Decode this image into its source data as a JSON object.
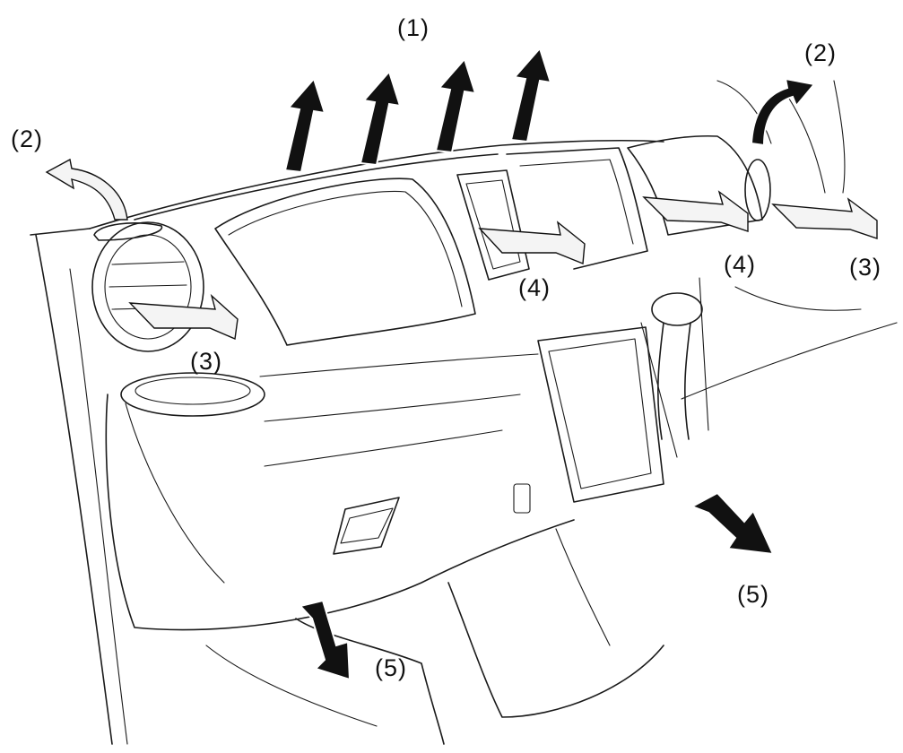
{
  "labels": {
    "defroster_main": "(1)",
    "side_defroster_left": "(2)",
    "side_defroster_right": "(2)",
    "side_vent_left": "(3)",
    "side_vent_right": "(3)",
    "center_vent_left": "(4)",
    "center_vent_right": "(4)",
    "foot_right": "(5)",
    "foot_left": "(5)"
  },
  "colors": {
    "line": "#1a1a1a",
    "arrow": "#111111",
    "background": "#ffffff"
  }
}
